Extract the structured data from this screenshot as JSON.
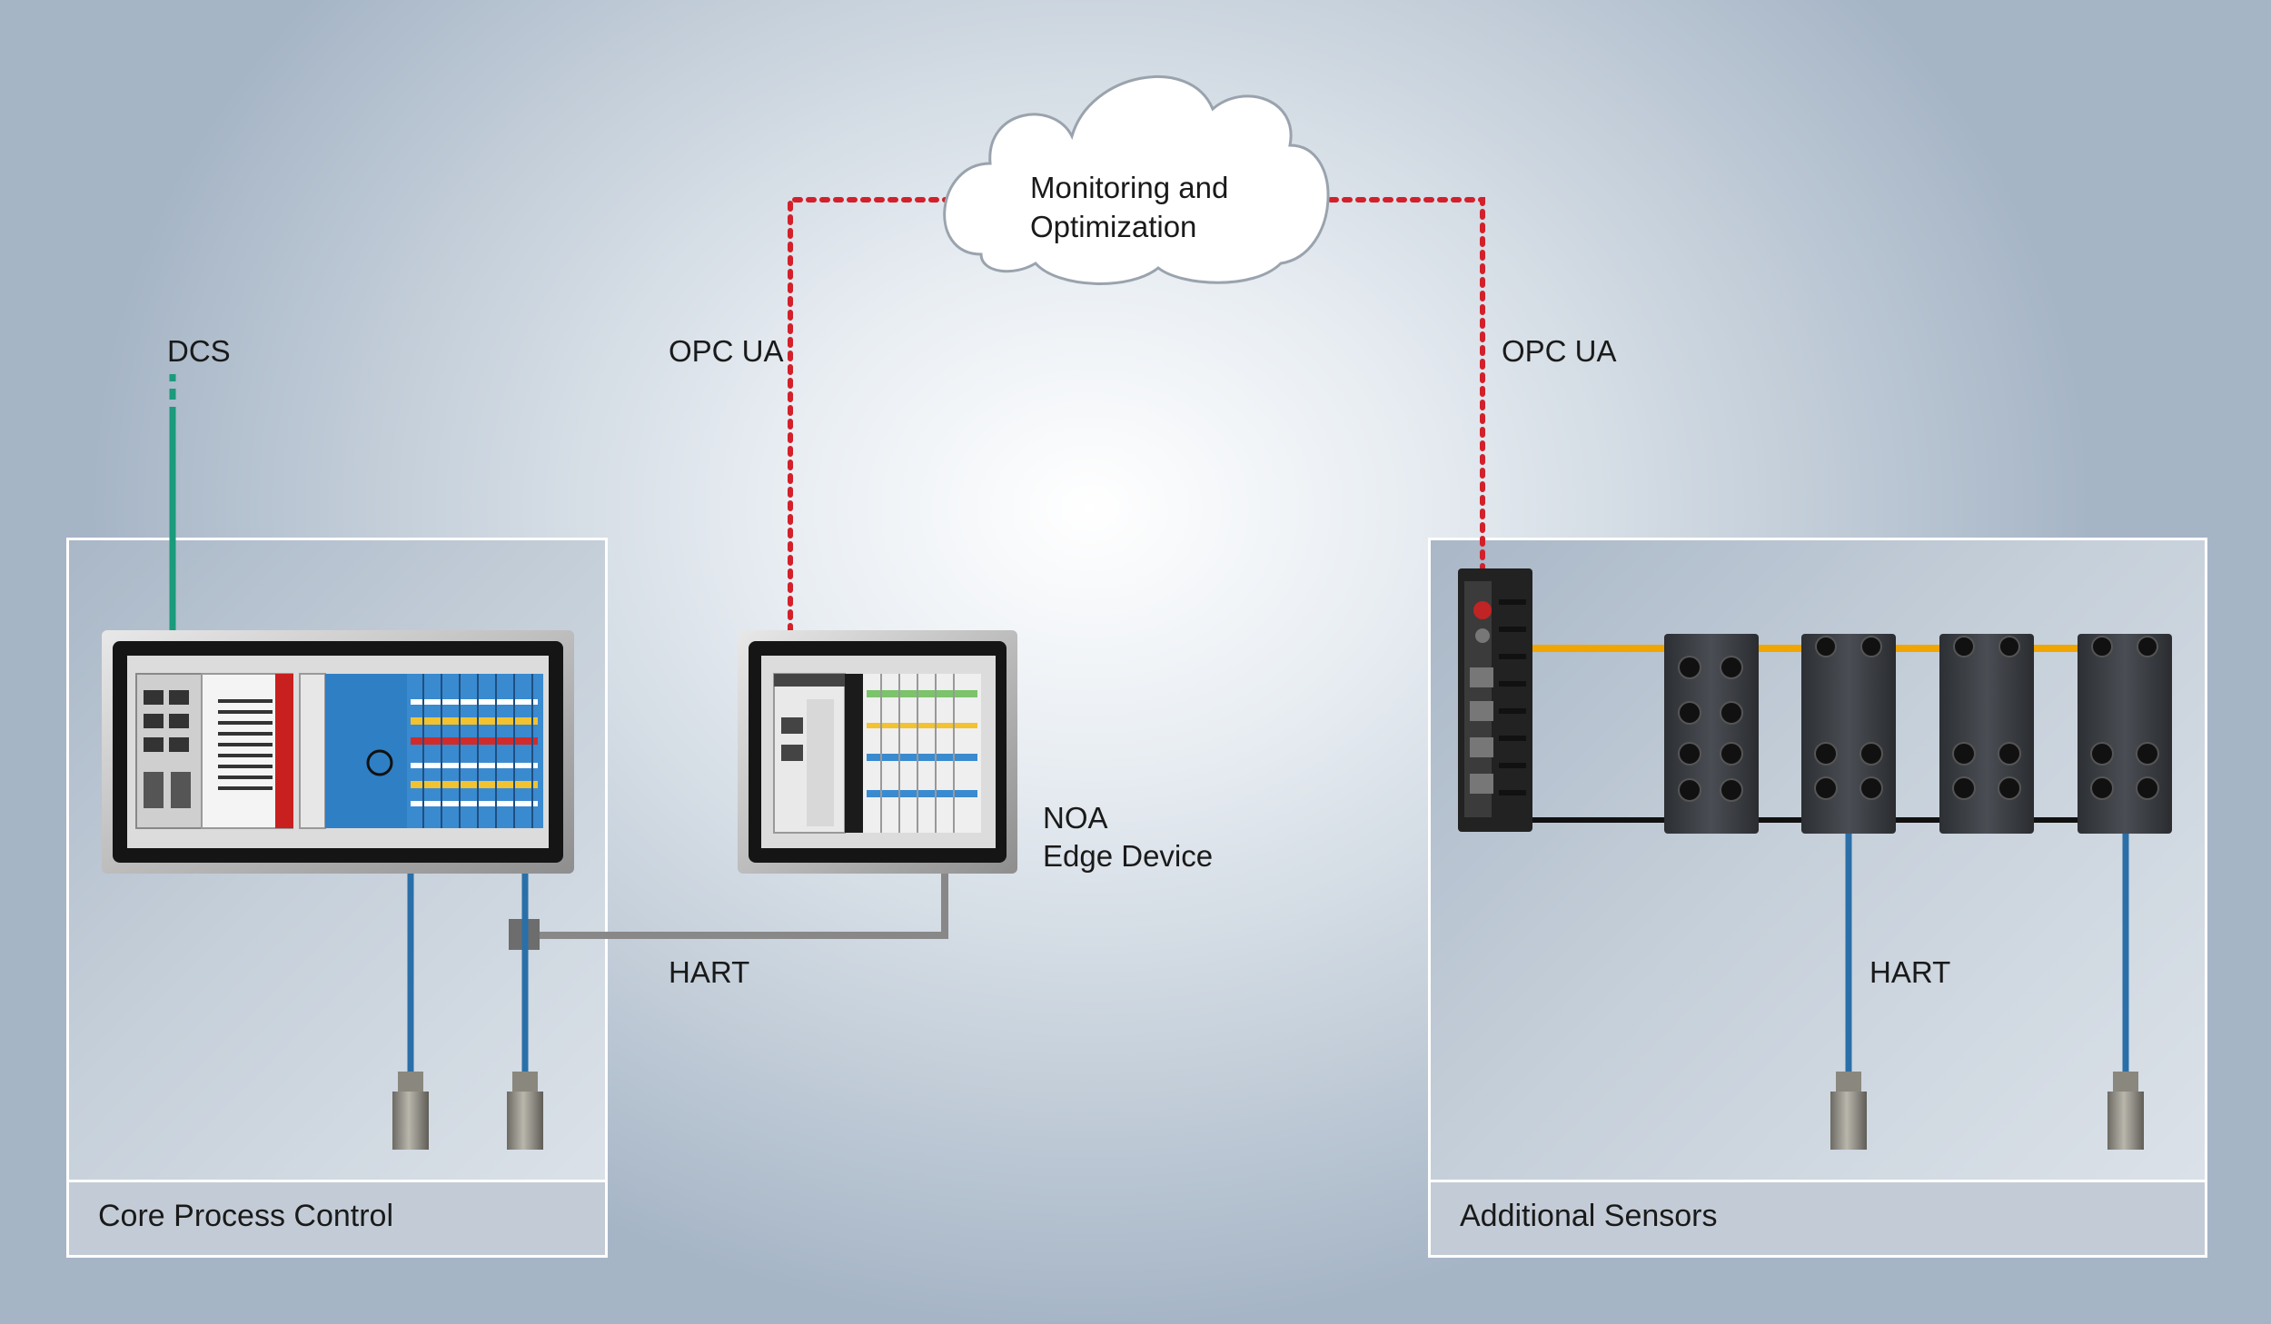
{
  "cloud": {
    "line1": "Monitoring and",
    "line2": "Optimization"
  },
  "labels": {
    "dcs": "DCS",
    "opc_ua_left": "OPC UA",
    "opc_ua_right": "OPC UA",
    "noa_line1": "NOA",
    "noa_line2": "Edge Device",
    "hart_left": "HART",
    "hart_right": "HART"
  },
  "panels": {
    "left_title": "Core Process Control",
    "right_title": "Additional Sensors"
  },
  "colors": {
    "opc_ua_link": "#d3202a",
    "dcs_link": "#1a9b7b",
    "hart_link": "#2a6fa8",
    "hart_bus": "#888888",
    "ethercat_link": "#f0a500",
    "power_link": "#111111"
  }
}
